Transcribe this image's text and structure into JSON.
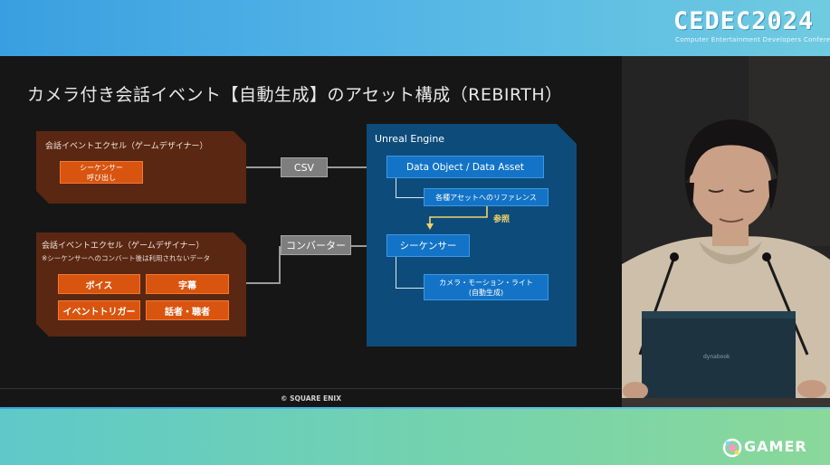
{
  "header": {
    "logo_title": "CEDEC2024",
    "logo_subtitle": "Computer Entertainment Developers Conference"
  },
  "slide": {
    "title": "カメラ付き会話イベント【自動生成】のアセット構成（REBIRTH）",
    "panel1": {
      "label": "会話イベントエクセル（ゲームデザイナー）",
      "button": "シーケンサー\n呼び出し"
    },
    "panel2": {
      "label": "会話イベントエクセル（ゲームデザイナー）",
      "note": "※シーケンサーへのコンバート後は利用されないデータ",
      "buttons": [
        "ボイス",
        "字幕",
        "イベントトリガー",
        "話者・聴者"
      ]
    },
    "csv_label": "CSV",
    "converter_label": "コンバーター",
    "unreal": {
      "label": "Unreal Engine",
      "data_asset": "Data Object / Data Asset",
      "reference": "各種アセットへのリファレンス",
      "sanshou": "参照",
      "sequencer": "シーケンサー",
      "camera_line1": "カメラ・モーション・ライト",
      "camera_line2": "(自動生成)"
    },
    "copyright": "© SQUARE ENIX"
  },
  "camera_feed": {
    "laptop_brand": "dynabook"
  },
  "watermark": {
    "text": "GAMER"
  },
  "colors": {
    "orange": "#d9540f",
    "brown_panel": "#5a2713",
    "unreal_bg": "#0d4c7a",
    "blue_button": "#1373c7",
    "gray_button": "#7e7e7e",
    "sanshou_yellow": "#f2d36b"
  }
}
